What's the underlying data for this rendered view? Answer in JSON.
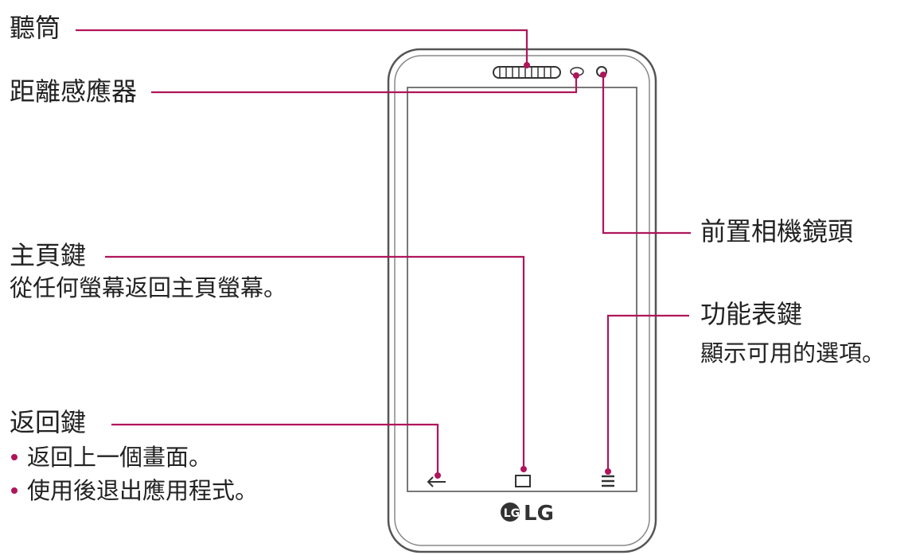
{
  "colors": {
    "leader_line": "#b0155a",
    "phone_outline": "#555555",
    "screen_outline": "#777777",
    "text": "#222222"
  },
  "labels": {
    "earpiece": {
      "title": "聽筒"
    },
    "proximity_sensor": {
      "title": "距離感應器"
    },
    "front_camera": {
      "title": "前置相機鏡頭"
    },
    "home_key": {
      "title": "主頁鍵",
      "description": "從任何螢幕返回主頁螢幕。"
    },
    "menu_key": {
      "title": "功能表鍵",
      "description": "顯示可用的選項。"
    },
    "back_key": {
      "title": "返回鍵",
      "bullets": [
        "返回上一個畫面。",
        "使用後退出應用程式。"
      ]
    }
  },
  "logo": {
    "text": "LG"
  }
}
